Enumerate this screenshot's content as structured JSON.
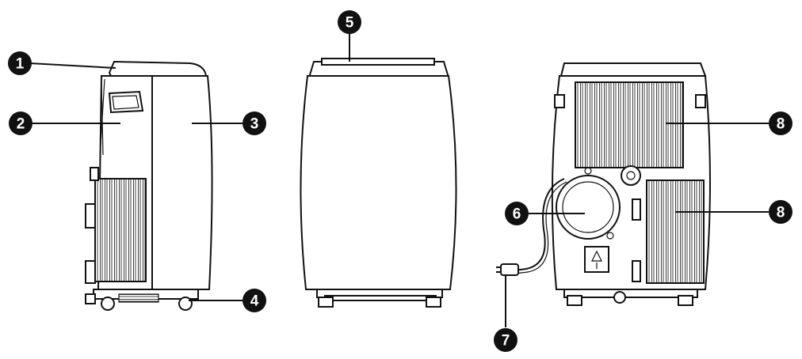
{
  "callouts": [
    {
      "id": "1",
      "label": "1"
    },
    {
      "id": "2",
      "label": "2"
    },
    {
      "id": "3",
      "label": "3"
    },
    {
      "id": "4",
      "label": "4"
    },
    {
      "id": "5",
      "label": "5"
    },
    {
      "id": "6",
      "label": "6"
    },
    {
      "id": "7",
      "label": "7"
    },
    {
      "id": "8a",
      "label": "8"
    },
    {
      "id": "8b",
      "label": "8"
    }
  ],
  "colors": {
    "line": "#111111",
    "badge": "#111111",
    "background": "#ffffff"
  }
}
